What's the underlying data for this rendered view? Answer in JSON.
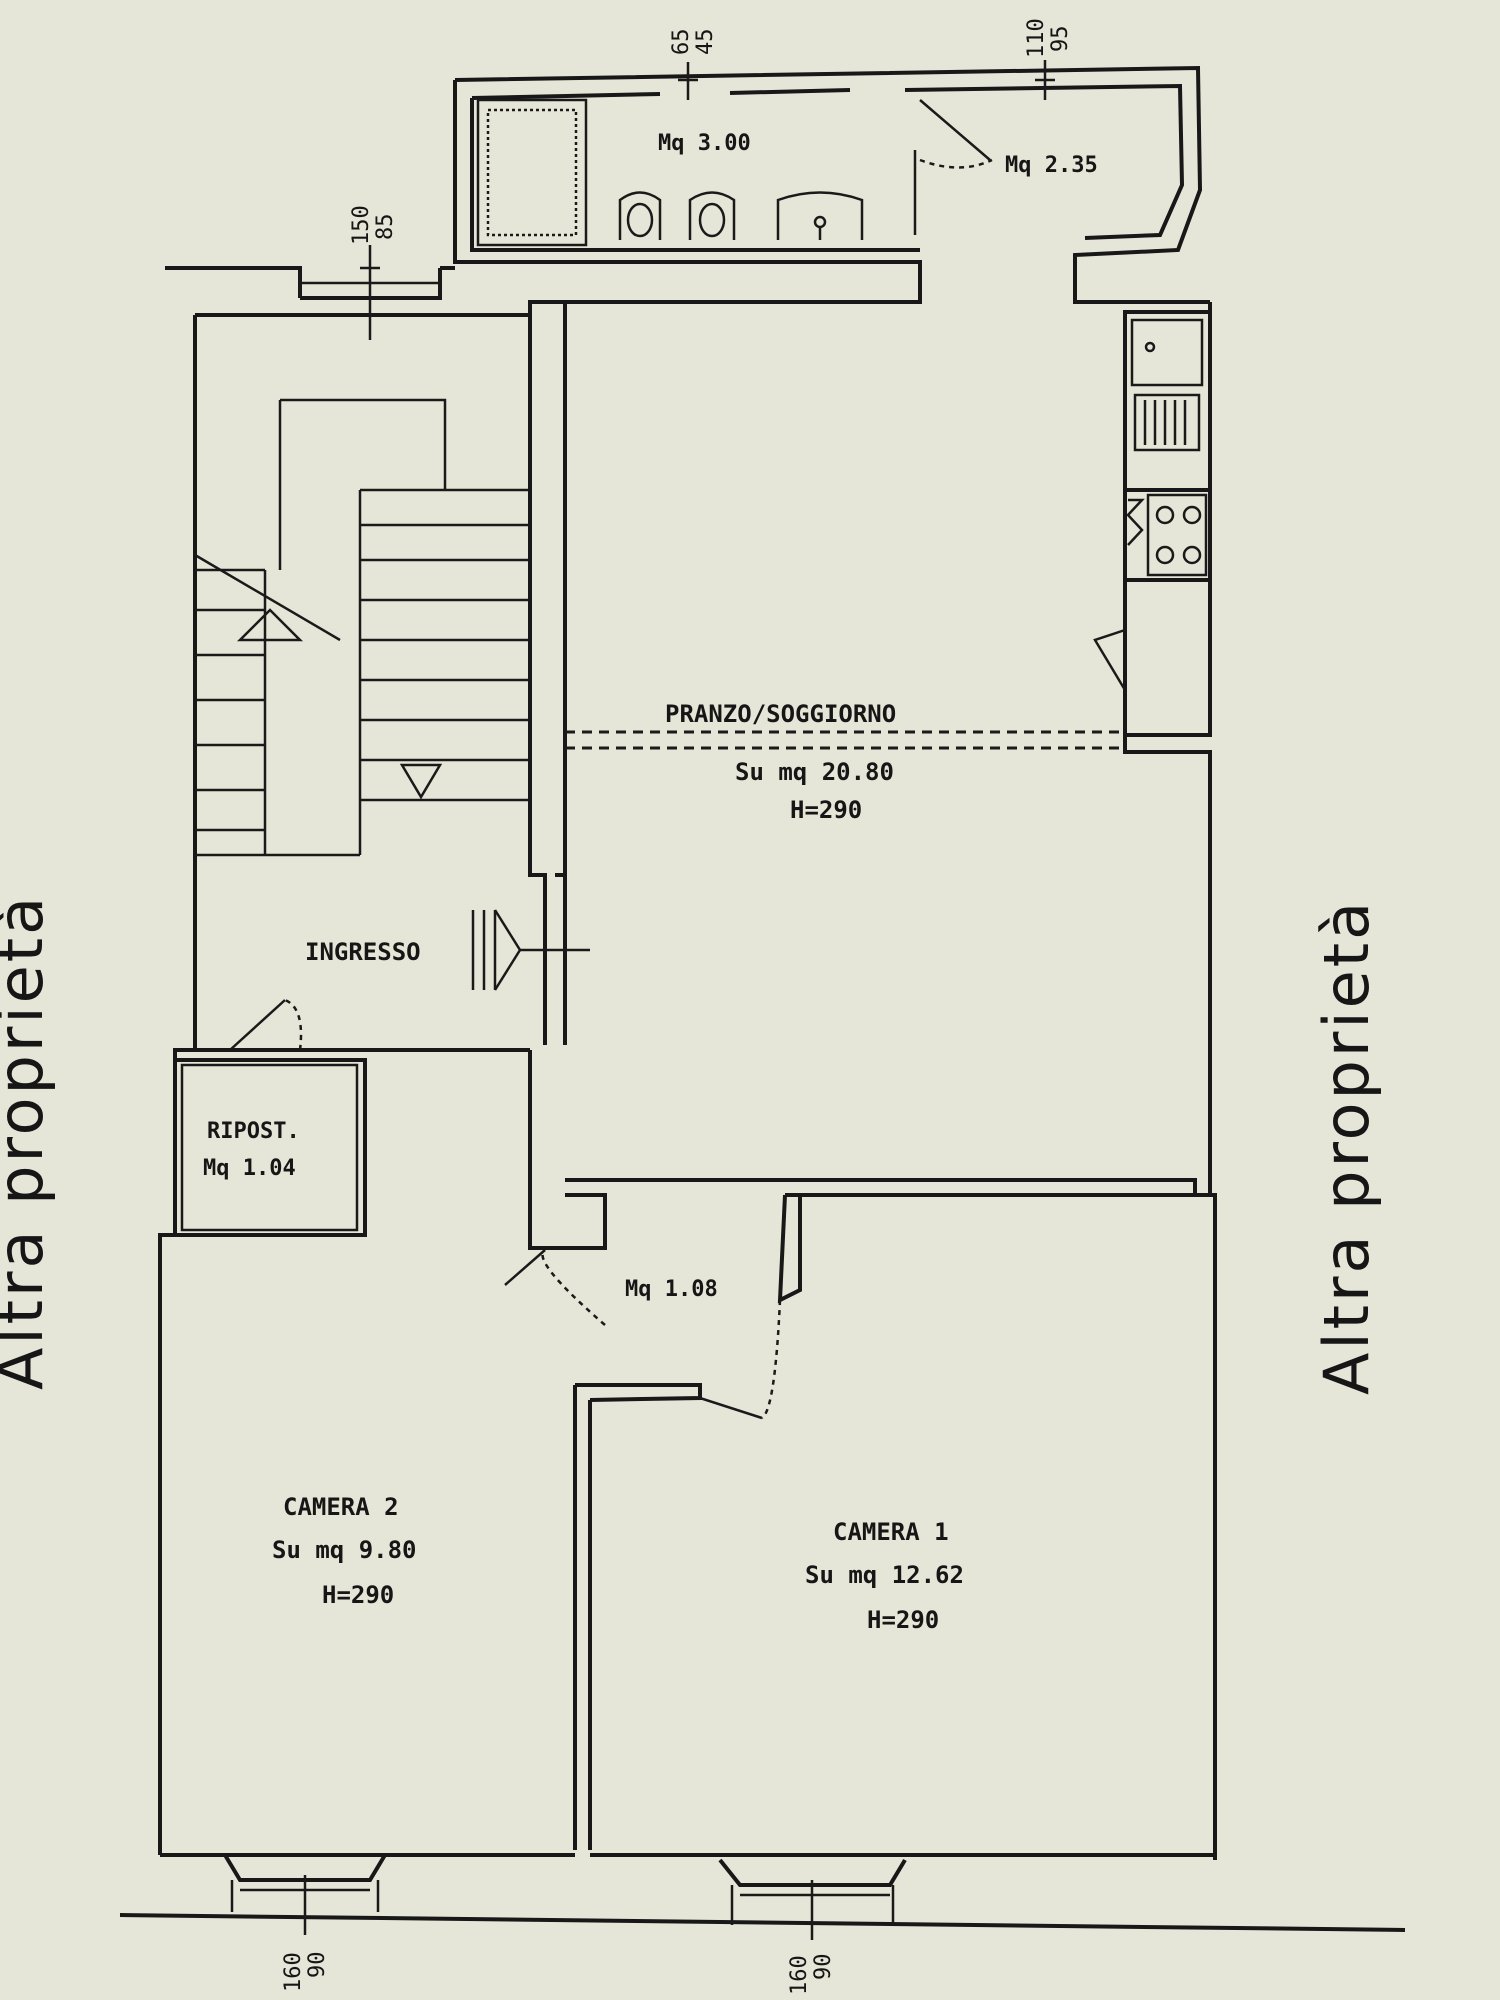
{
  "rooms": {
    "bath_area": "Mq 3.00",
    "closet_area": "Mq 2.35",
    "living_name": "PRANZO/SOGGIORNO",
    "living_area": "Su mq 20.80",
    "living_height": "H=290",
    "entrance": "INGRESSO",
    "storage_name": "RIPOST.",
    "storage_area": "Mq 1.04",
    "hall_area": "Mq 1.08",
    "bedroom2_name": "CAMERA 2",
    "bedroom2_area": "Su mq 9.80",
    "bedroom2_height": "H=290",
    "bedroom1_name": "CAMERA 1",
    "bedroom1_area": "Su mq 12.62",
    "bedroom1_height": "H=290"
  },
  "dimensions": {
    "bath_window_a": "65",
    "bath_window_b": "45",
    "closet_window_a": "110",
    "closet_window_b": "95",
    "stair_window_a": "150",
    "stair_window_b": "85",
    "bedroom2_window_a": "160",
    "bedroom2_window_b": "90",
    "bedroom1_window_a": "160",
    "bedroom1_window_b": "90"
  },
  "neighbors": {
    "right": "Altra proprietà",
    "left": "Altra proprietà"
  }
}
